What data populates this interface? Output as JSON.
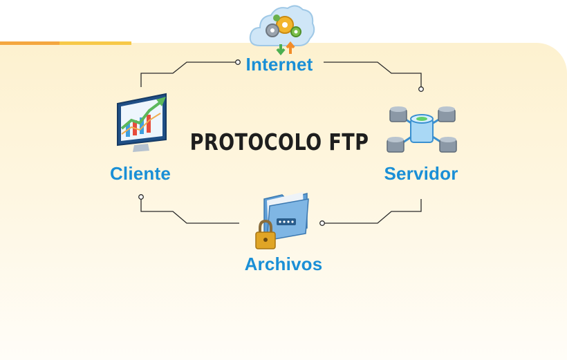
{
  "diagram": {
    "title": "PROTOCOLO FTP",
    "nodes": {
      "internet": {
        "label": "Internet",
        "icon": "cloud-gears-icon"
      },
      "cliente": {
        "label": "Cliente",
        "icon": "monitor-chart-icon"
      },
      "servidor": {
        "label": "Servidor",
        "icon": "database-server-icon"
      },
      "archivos": {
        "label": "Archivos",
        "icon": "locked-folder-icon"
      }
    },
    "colors": {
      "label": "#1a8fd6",
      "title": "#1e1e1e",
      "connector": "#2a2a2a",
      "accent_orange": "#f4a640",
      "accent_yellow": "#f7c948",
      "panel": "#fdf1cf"
    }
  }
}
